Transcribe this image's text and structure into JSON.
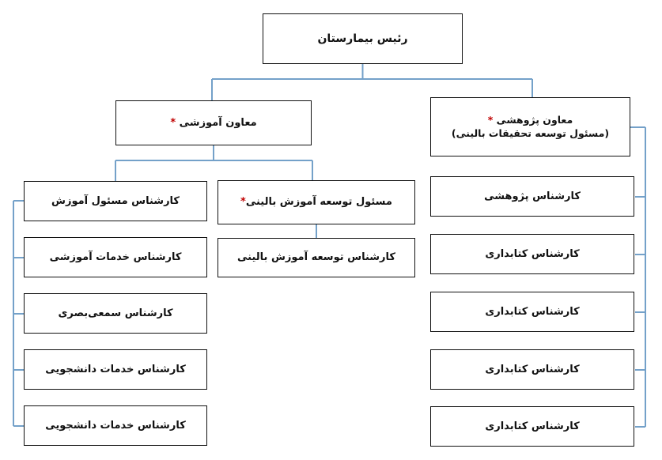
{
  "chart_style": {
    "connector_color": "#74a1c9",
    "box_border_color": "#111111",
    "asterisk_color": "#c00000",
    "background": "#ffffff"
  },
  "nodes": {
    "root": {
      "label": "رئیس بیمارستان"
    },
    "deputy_edu": {
      "label": "معاون آموزشی",
      "mark": "*"
    },
    "deputy_res": {
      "label": "معاون پژوهشی",
      "mark": "*",
      "sublabel": "(مسئول توسعه تحقیقات بالینی)"
    },
    "clinical_edu_head": {
      "label": "مسئول توسعه آموزش بالینی",
      "mark": "*"
    },
    "clinical_edu_expert": {
      "label": "کارشناس توسعه آموزش بالینی"
    },
    "left_column": [
      {
        "label": "کارشناس مسئول آموزش"
      },
      {
        "label": "کارشناس خدمات آموزشی"
      },
      {
        "label": "کارشناس سمعی‌بصری"
      },
      {
        "label": "کارشناس خدمات دانشجویی"
      },
      {
        "label": "کارشناس خدمات دانشجویی"
      }
    ],
    "right_column": [
      {
        "label": "کارشناس پژوهشی"
      },
      {
        "label": "کارشناس کتابداری"
      },
      {
        "label": "کارشناس کتابداری"
      },
      {
        "label": "کارشناس کتابداری"
      },
      {
        "label": "کارشناس کتابداری"
      }
    ]
  }
}
